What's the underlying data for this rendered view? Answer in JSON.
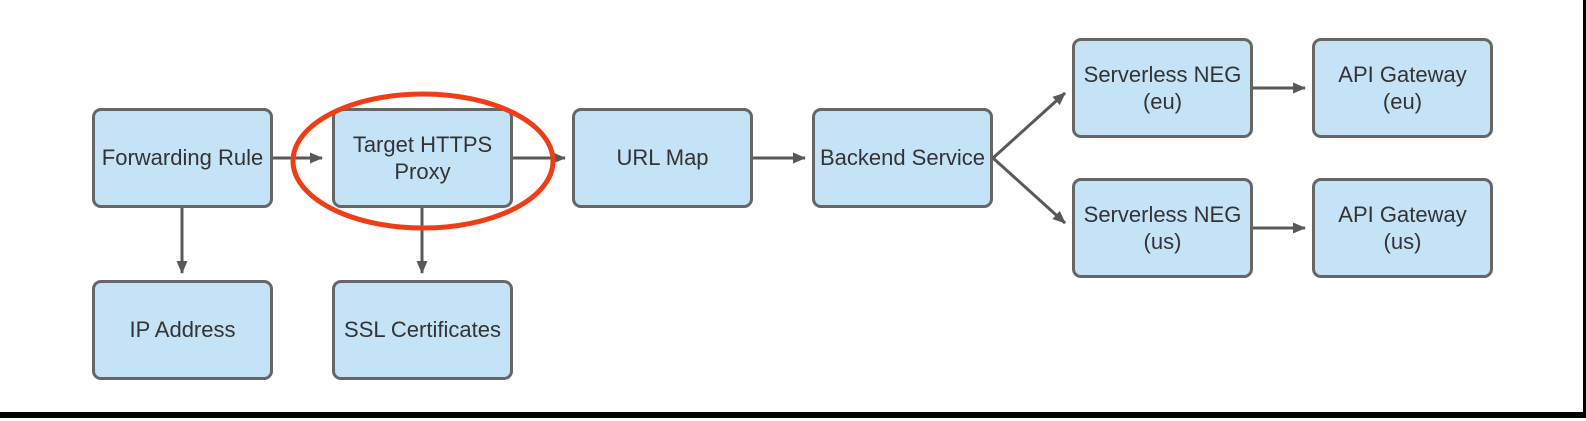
{
  "diagram": {
    "type": "flowchart",
    "nodes": [
      {
        "id": "forwarding-rule",
        "label": "Forwarding Rule"
      },
      {
        "id": "target-https-proxy",
        "label": "Target HTTPS\nProxy",
        "highlighted": true
      },
      {
        "id": "url-map",
        "label": "URL Map"
      },
      {
        "id": "backend-service",
        "label": "Backend Service"
      },
      {
        "id": "serverless-neg-eu",
        "label": "Serverless NEG\n(eu)"
      },
      {
        "id": "api-gateway-eu",
        "label": "API Gateway\n(eu)"
      },
      {
        "id": "serverless-neg-us",
        "label": "Serverless NEG\n(us)"
      },
      {
        "id": "api-gateway-us",
        "label": "API Gateway\n(us)"
      },
      {
        "id": "ip-address",
        "label": "IP Address"
      },
      {
        "id": "ssl-certificates",
        "label": "SSL Certificates"
      }
    ],
    "edges": [
      {
        "from": "forwarding-rule",
        "to": "target-https-proxy"
      },
      {
        "from": "target-https-proxy",
        "to": "url-map"
      },
      {
        "from": "url-map",
        "to": "backend-service"
      },
      {
        "from": "backend-service",
        "to": "serverless-neg-eu"
      },
      {
        "from": "backend-service",
        "to": "serverless-neg-us"
      },
      {
        "from": "serverless-neg-eu",
        "to": "api-gateway-eu"
      },
      {
        "from": "serverless-neg-us",
        "to": "api-gateway-us"
      },
      {
        "from": "forwarding-rule",
        "to": "ip-address"
      },
      {
        "from": "target-https-proxy",
        "to": "ssl-certificates"
      }
    ],
    "highlight": {
      "shape": "ellipse",
      "around": "target-https-proxy",
      "color": "#ee3e17"
    },
    "colors": {
      "node_fill": "#c5e3f6",
      "node_border": "#666666",
      "node_text": "#333333",
      "arrow": "#595959",
      "highlight": "#ee3e17",
      "frame": "#000000",
      "background": "#ffffff"
    }
  }
}
